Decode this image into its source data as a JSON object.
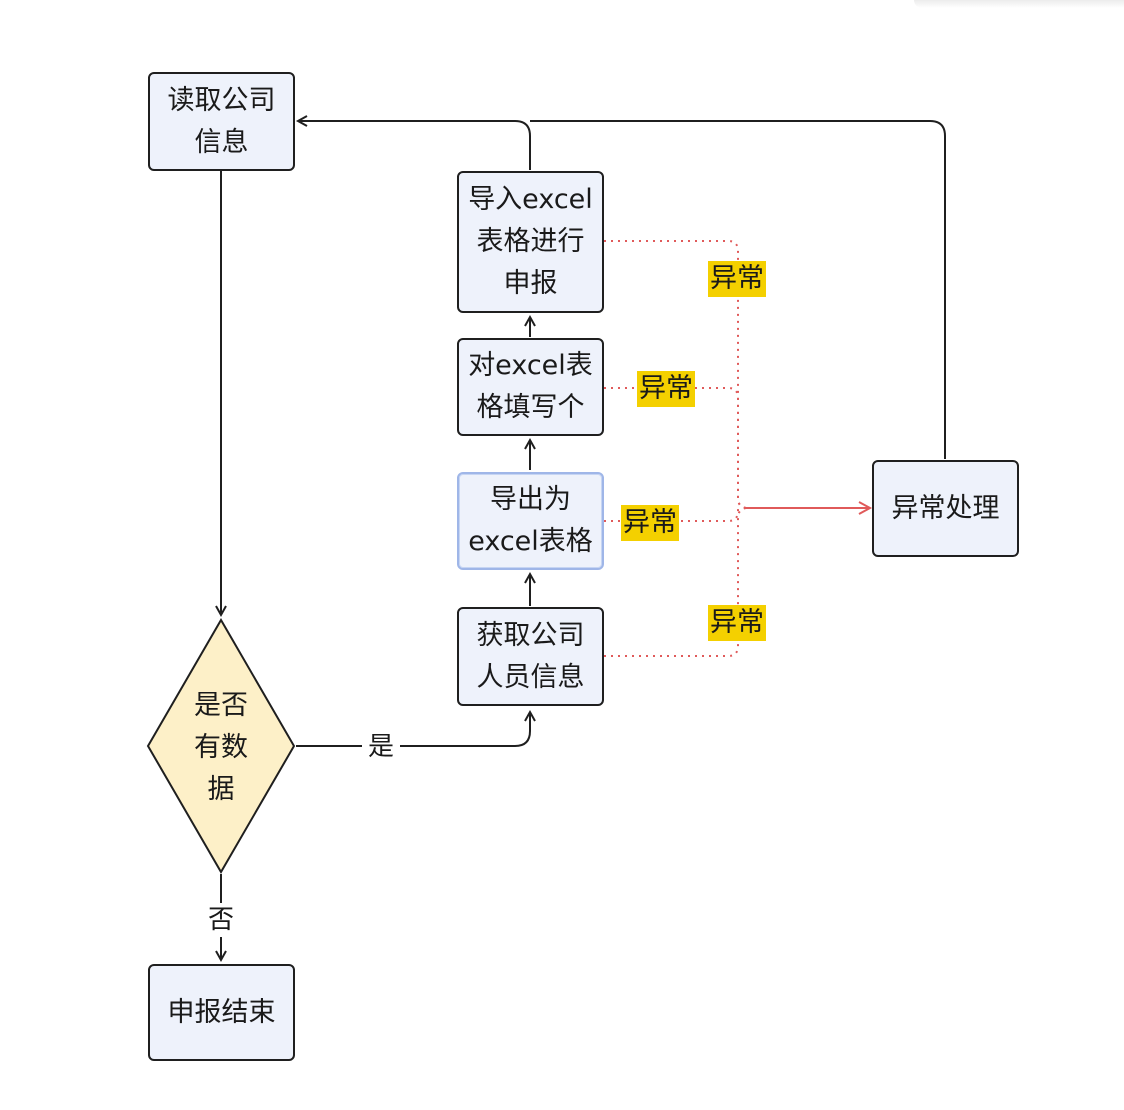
{
  "nodes": {
    "read_company": {
      "line1": "读取公司",
      "line2": "信息"
    },
    "has_data": {
      "line1": "是否",
      "line2": "有数",
      "line3": "据"
    },
    "report_end": {
      "label": "申报结束"
    },
    "get_staff": {
      "line1": "获取公司",
      "line2": "人员信息"
    },
    "export_excel": {
      "line1": "导出为",
      "line2": "excel表格"
    },
    "fill_excel": {
      "line1": "对excel表",
      "line2": "格填写个"
    },
    "import_excel": {
      "line1": "导入excel",
      "line2": "表格进行",
      "line3": "申报"
    },
    "exception_handling": {
      "label": "异常处理"
    }
  },
  "edge_labels": {
    "yes": "是",
    "no": "否",
    "exception_import": "异常",
    "exception_fill": "异常",
    "exception_export": "异常",
    "exception_staff": "异常"
  },
  "colors": {
    "node_fill": "#eef2fb",
    "decision_fill": "#fdf0c8",
    "border": "#1f1f1f",
    "exception_line": "#e05a5a",
    "tag_fill": "#f4d000"
  }
}
